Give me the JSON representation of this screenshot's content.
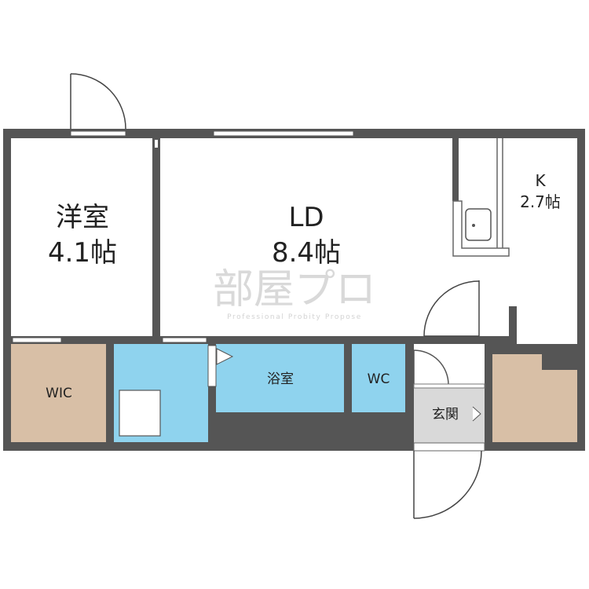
{
  "rooms": {
    "western": {
      "name": "洋室",
      "size": "4.1帖"
    },
    "ld": {
      "name": "LD",
      "size": "8.4帖"
    },
    "kitchen": {
      "name": "K",
      "size": "2.7帖"
    },
    "wic": {
      "name": "WIC"
    },
    "bath": {
      "name": "浴室"
    },
    "wc": {
      "name": "WC"
    },
    "entrance": {
      "name": "玄関"
    }
  },
  "watermark": {
    "main": "部屋プロ",
    "sub": "Professional Probity Propose"
  },
  "colors": {
    "wall": "#555555",
    "wic_floor": "#d8bfa6",
    "wet_area": "#8fd3ee",
    "entrance_floor": "#d9d9d9",
    "background": "#ffffff"
  }
}
